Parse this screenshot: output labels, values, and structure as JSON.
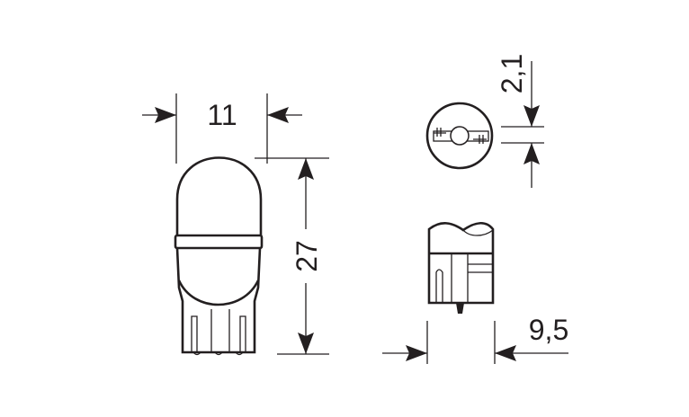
{
  "dimensions": {
    "width_label": "11",
    "height_label": "27",
    "filament_label": "2,1",
    "base_label": "9,5"
  },
  "colors": {
    "line": "#231f20",
    "background": "#ffffff"
  }
}
